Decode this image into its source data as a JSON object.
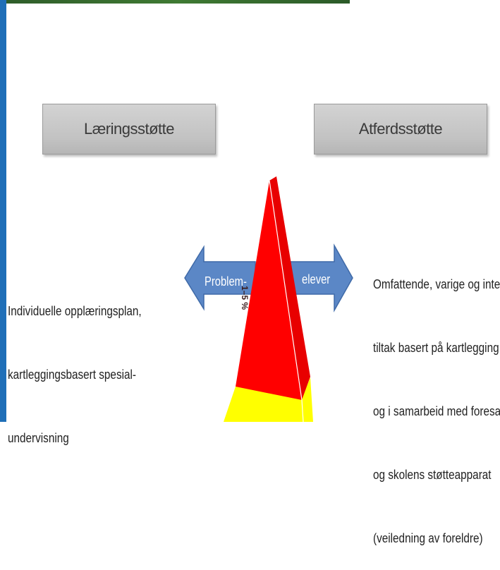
{
  "header_left": {
    "label": "Læringsstøtte"
  },
  "header_right": {
    "label": "Atferdsstøtte"
  },
  "left_text": {
    "lines": [
      "Individuelle opplæringsplan,",
      "kartleggingsbasert spesial-",
      "undervisning"
    ]
  },
  "right_text": {
    "lines": [
      "Omfattende, varige og inte",
      "tiltak basert på kartlegging",
      "og i samarbeid med foresat",
      "og skolens støtteapparat",
      "(veiledning av foreldre)"
    ]
  },
  "arrow_left": {
    "label": "Problem-"
  },
  "arrow_right": {
    "label": "elever"
  },
  "pyramid": {
    "top_percent_label": "1–5 %"
  },
  "colors": {
    "accent_blue": "#1f6fb8",
    "arrow_blue": "#5b87c6",
    "pyramid_red": "#ff0000",
    "pyramid_yellow": "#ffff00",
    "header_grey": "#c8c8c8"
  }
}
